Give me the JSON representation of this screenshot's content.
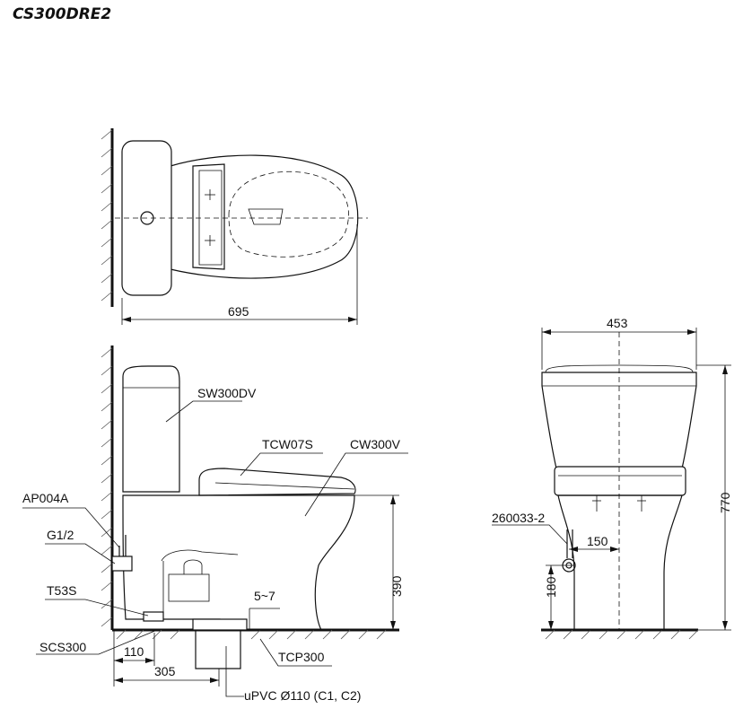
{
  "title": "CS300DRE2",
  "dimensions": {
    "top_length": "695",
    "side_width": "453",
    "total_height": "770",
    "rim_height": "390",
    "rough_in": "305",
    "supply_offset": "110",
    "gap": "5~7",
    "pipe_offset": "150",
    "pipe_height": "180"
  },
  "parts": {
    "tank": "SW300DV",
    "seat": "TCW07S",
    "bowl": "CW300V",
    "angle_valve": "AP004A",
    "thread": "G1/2",
    "flange": "T53S",
    "bolt": "SCS300",
    "outlet": "TCP300",
    "pipe": "uPVC Ø110 (C1, C2)",
    "hose": "260033-2"
  }
}
